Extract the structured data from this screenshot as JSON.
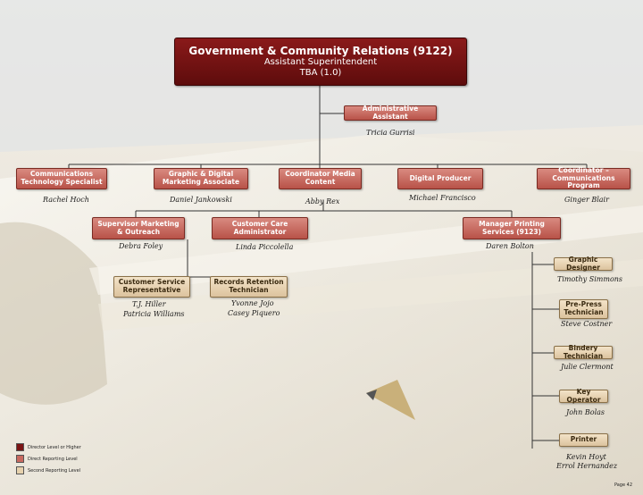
{
  "top": {
    "title": "Government & Community Relations (9122)",
    "subtitle": "Assistant Superintendent",
    "tba": "TBA (1.0)"
  },
  "admin": {
    "label": "Administrative Assistant",
    "name": "Tricia Gurrisi"
  },
  "row1": [
    {
      "id": "comm-tech",
      "label": "Communications Technology Specialist",
      "name": "Rachel Hoch"
    },
    {
      "id": "graphic",
      "label": "Graphic & Digital Marketing Associate",
      "name": "Daniel Jankowski"
    },
    {
      "id": "media",
      "label": "Coordinator Media Content",
      "name": "Abby Rex"
    },
    {
      "id": "digital",
      "label": "Digital Producer",
      "name": "Michael Francisco"
    },
    {
      "id": "comm-prog",
      "label": "Coordinator – Communications Program",
      "name": "Ginger Blair"
    }
  ],
  "row2": [
    {
      "id": "supervisor",
      "label": "Supervisor Marketing & Outreach",
      "name": "Debra Foley"
    },
    {
      "id": "customer-care",
      "label": "Customer Care Administrator",
      "name": "Linda Piccolella"
    },
    {
      "id": "manager",
      "label": "Manager Printing Services (9123)",
      "name": "Daren Bolton"
    }
  ],
  "row3": [
    {
      "id": "csr",
      "label": "Customer Service Representative",
      "names": [
        "T.J. Hiller",
        "Patricia Williams"
      ]
    },
    {
      "id": "records",
      "label": "Records Retention Technician",
      "names": [
        "Yvonne Jojo",
        "Casey Piquero"
      ]
    }
  ],
  "print_chain": [
    {
      "id": "graphic-designer",
      "label": "Graphic Designer",
      "name": "Timothy Simmons"
    },
    {
      "id": "pre-press",
      "label": "Pre-Press Technician",
      "name": "Steve Costner"
    },
    {
      "id": "bindery",
      "label": "Bindery Technician",
      "name": "Julie Clermont"
    },
    {
      "id": "key-operator",
      "label": "Key Operator",
      "name": "John Bolas"
    },
    {
      "id": "printer",
      "label": "Printer",
      "names": [
        "Kevin Hoyt",
        "Errol Hernandez"
      ]
    }
  ],
  "legend": [
    {
      "label": "Director Level or Higher",
      "color": "#7a1414"
    },
    {
      "label": "Direct Reporting Level",
      "color": "#c86a60"
    },
    {
      "label": "Second Reporting Level",
      "color": "#e6d1ad"
    }
  ],
  "page_label": "Page 42",
  "colors": {
    "line": "#333333",
    "dark": "#6e1010",
    "mid": "#c86a60",
    "light": "#e6d1ad"
  }
}
